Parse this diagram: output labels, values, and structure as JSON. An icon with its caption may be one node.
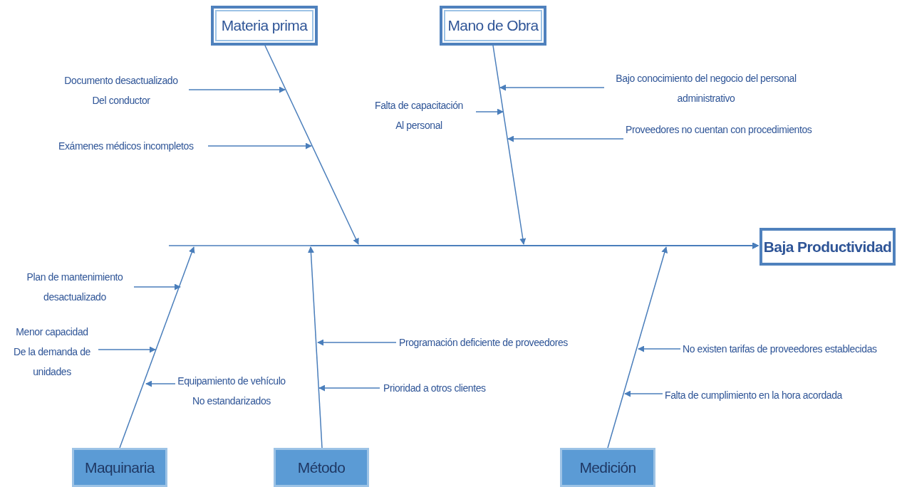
{
  "diagram": {
    "nodes": [
      {
        "text": [
          "Materia prima"
        ]
      },
      {
        "text": [
          "Mano de Obra"
        ]
      },
      {
        "text": [
          "Documento desactualizado Del conductor"
        ]
      },
      {
        "text": [
          "Bajo conocimiento del negocio del personal administrativo"
        ]
      },
      {
        "text": [
          "Falta de capacitación Al personal"
        ]
      },
      {
        "text": [
          "Proveedores no cuentan con procedimientos"
        ]
      },
      {
        "text": [
          "Exámenes médicos incompletos"
        ]
      },
      {
        "text": [
          "Baja Productividad"
        ]
      },
      {
        "text": [
          "Plan de mantenimiento desactualizado"
        ]
      },
      {
        "text": [
          "Menor capacidad De la demanda de unidades"
        ]
      },
      {
        "text": [
          "Programación deficiente de proveedores"
        ]
      },
      {
        "text": [
          "No existen tarifas de proveedores establecidas"
        ]
      },
      {
        "text": [
          "Equipamiento de vehículo No estandarizados"
        ]
      },
      {
        "text": [
          "Prioridad a otros clientes"
        ]
      },
      {
        "text": [
          "Falta de cumplimiento en la hora acordada"
        ]
      },
      {
        "text": [
          "Maquinaria"
        ]
      },
      {
        "text": [
          "Método"
        ]
      },
      {
        "text": [
          "Medición"
        ]
      }
    ],
    "edges": [
      {
        "from": 0,
        "to": 7,
        "arrow": "to"
      },
      {
        "from": 1,
        "to": 7,
        "arrow": "to"
      },
      {
        "from": 15,
        "to": 7,
        "arrow": "to"
      },
      {
        "from": 16,
        "to": 7,
        "arrow": "to"
      },
      {
        "from": 17,
        "to": 7,
        "arrow": "to"
      },
      {
        "from": 2,
        "to": null,
        "arrow": "to"
      },
      {
        "from": 3,
        "to": null,
        "arrow": "to"
      },
      {
        "from": 4,
        "to": null,
        "arrow": "to"
      },
      {
        "from": 5,
        "to": null,
        "arrow": "to"
      },
      {
        "from": 6,
        "to": null,
        "arrow": "to"
      },
      {
        "from": 8,
        "to": null,
        "arrow": "to"
      },
      {
        "from": 9,
        "to": null,
        "arrow": "to"
      },
      {
        "from": 10,
        "to": null,
        "arrow": "to"
      },
      {
        "from": 11,
        "to": null,
        "arrow": "to"
      },
      {
        "from": 12,
        "to": null,
        "arrow": "to"
      },
      {
        "from": 13,
        "to": null,
        "arrow": "to"
      },
      {
        "from": 14,
        "to": null,
        "arrow": "to"
      }
    ]
  }
}
